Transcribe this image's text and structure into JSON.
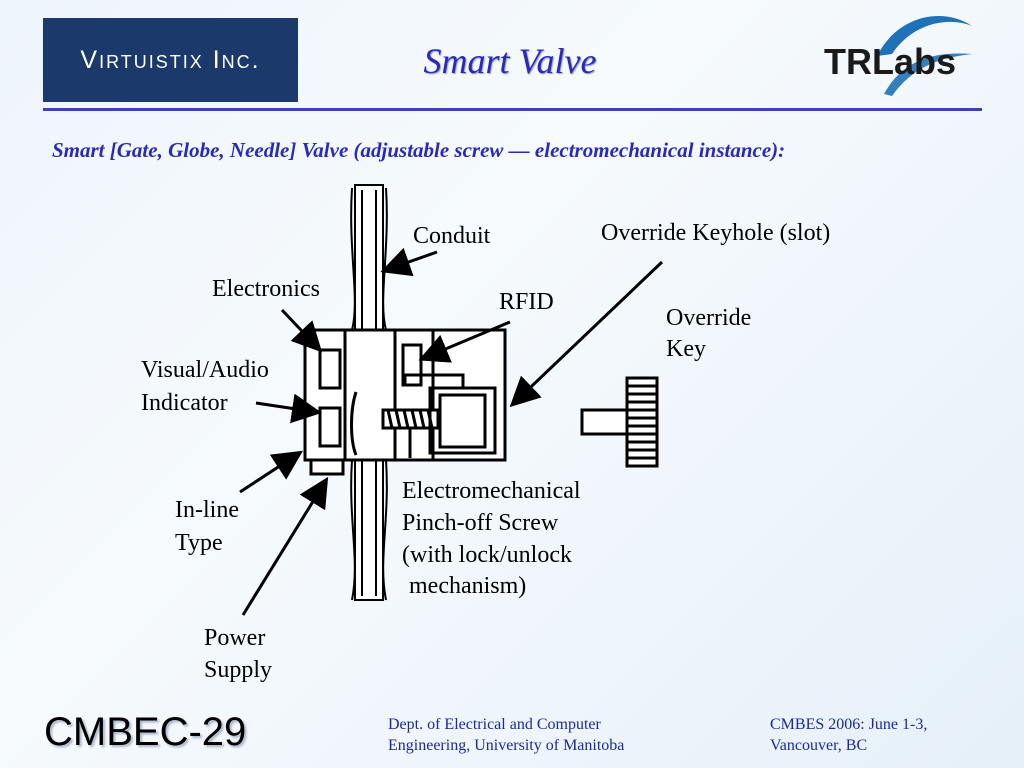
{
  "header": {
    "company_logo_text": "Virtuistix Inc.",
    "title": "Smart Valve",
    "partner_logo_text": "TRLabs"
  },
  "subtitle": "Smart [Gate, Globe, Needle] Valve (adjustable screw — electromechanical instance):",
  "labels": {
    "conduit": "Conduit",
    "override_keyhole": "Override Keyhole (slot)",
    "electronics": "Electronics",
    "rfid": "RFID",
    "override_key_1": "Override",
    "override_key_2": "Key",
    "visual_audio_1": "Visual/Audio",
    "visual_audio_2": "Indicator",
    "electromech_1": "Electromechanical",
    "electromech_2": "Pinch-off Screw",
    "electromech_3": "(with lock/unlock",
    "electromech_4": "mechanism)",
    "inline_1": "In-line",
    "inline_2": "Type",
    "power_1": "Power",
    "power_2": "Supply"
  },
  "footer": {
    "code": "CMBEC-29",
    "dept_line1": "Dept. of Electrical and Computer",
    "dept_line2": "Engineering, University of Manitoba",
    "conf_line1": "CMBES 2006: June 1-3,",
    "conf_line2": "Vancouver, BC"
  },
  "colors": {
    "title_blue": "#2a2ab8",
    "logo_navy": "#1b3a6b",
    "rule_blue": "#3d3fbf"
  }
}
